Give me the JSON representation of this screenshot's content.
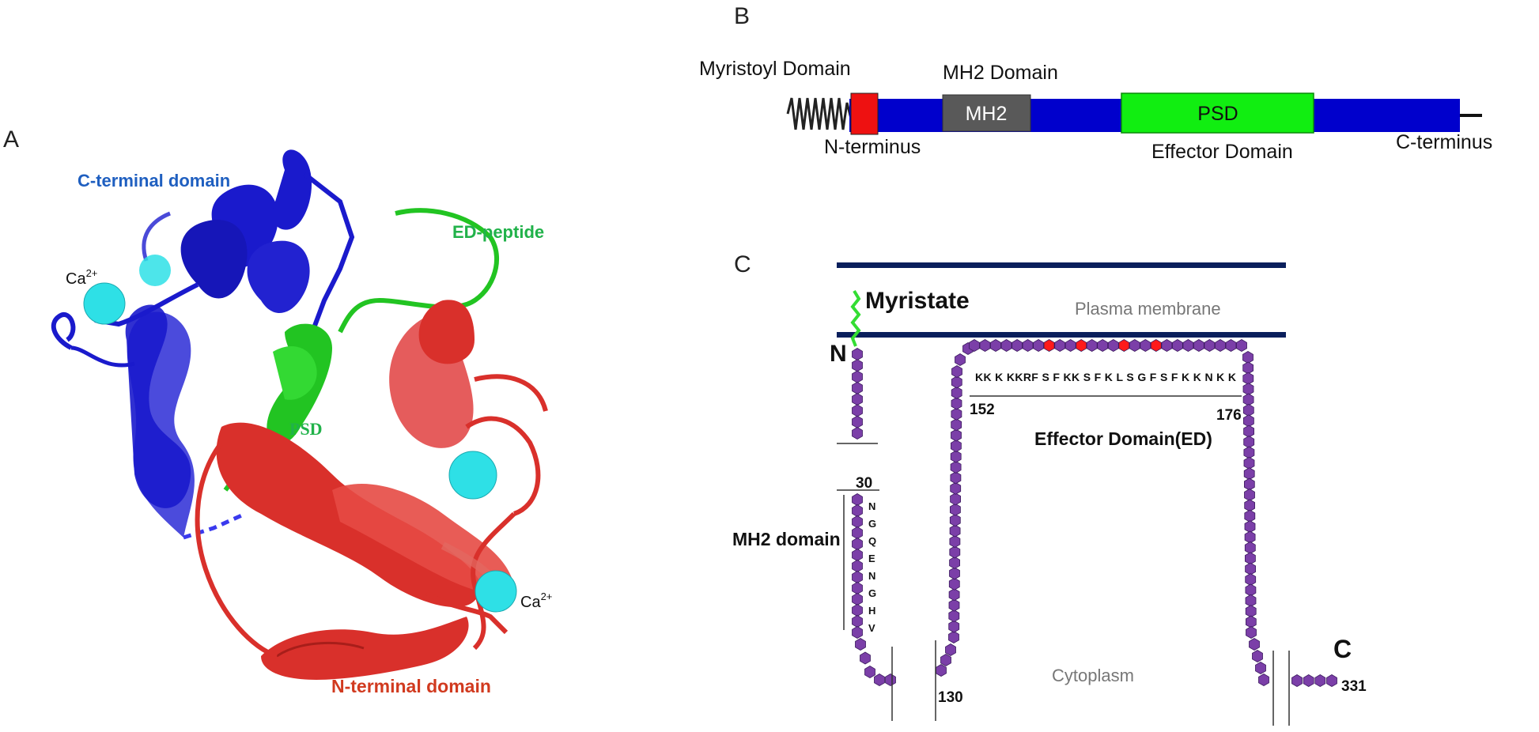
{
  "panels": {
    "a_label": "A",
    "b_label": "B",
    "c_label": "C"
  },
  "panel_a": {
    "c_terminal_domain": "C-terminal domain",
    "ed_peptide": "ED-peptide",
    "psd": "PSD",
    "n_terminal_domain": "N-terminal domain",
    "ca_main_1": "Ca",
    "ca_sup_1": "2+",
    "ca_main_2": "Ca",
    "ca_sup_2": "2+",
    "colors": {
      "c_domain": "#1a1acc",
      "n_domain": "#d9302b",
      "peptide": "#22c422",
      "ion": "#2ee0e6",
      "c_label": "#1f5fc0",
      "n_label": "#d13a1f",
      "ed_label": "#21b24a"
    }
  },
  "panel_b": {
    "myristoyl_domain": "Myristoyl Domain",
    "mh2_domain": "MH2 Domain",
    "mh2_box": "MH2",
    "psd_box": "PSD",
    "n_terminus": "N-terminus",
    "effector_domain": "Effector Domain",
    "c_terminus": "C-terminus",
    "colors": {
      "backbone": "#0000cc",
      "myristoyl": "#ee1111",
      "mh2": "#595959",
      "psd": "#11ee11"
    }
  },
  "panel_c": {
    "myristate": "Myristate",
    "plasma_membrane": "Plasma membrane",
    "n_label": "N",
    "c_label": "C",
    "ed_sequence": "KK K KKRF S F KK S F K L S G F S F K K N K K",
    "num_152": "152",
    "num_176": "176",
    "effector_domain_ed": "Effector Domain(ED)",
    "num_30": "30",
    "mh2_domain_label": "MH2 domain",
    "mh2_letters": [
      "N",
      "G",
      "Q",
      "E",
      "N",
      "G",
      "H",
      "V"
    ],
    "num_130": "130",
    "cytoplasm": "Cytoplasm",
    "num_331": "331",
    "colors": {
      "membrane": "#0a1f5c",
      "residue": "#7b3fa8",
      "residue_highlight": "#ff1a1a",
      "myristate": "#33dd33"
    }
  }
}
